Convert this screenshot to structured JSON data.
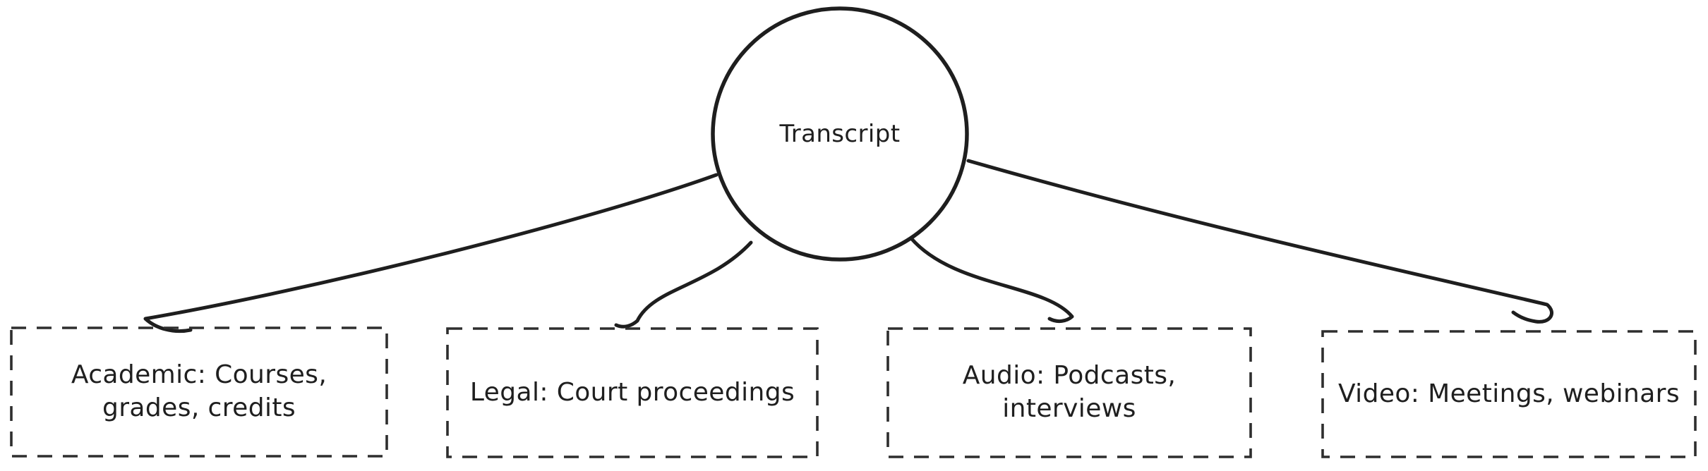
{
  "diagram": {
    "center": {
      "label": "Transcript",
      "shape": "circle"
    },
    "nodes": [
      {
        "id": "academic",
        "label": "Academic: Courses, grades, credits"
      },
      {
        "id": "legal",
        "label": "Legal: Court proceedings"
      },
      {
        "id": "audio",
        "label": "Audio: Podcasts, interviews"
      },
      {
        "id": "video",
        "label": "Video: Meetings, webinars"
      }
    ],
    "edges": [
      {
        "from": "transcript",
        "to": "academic"
      },
      {
        "from": "transcript",
        "to": "legal"
      },
      {
        "from": "transcript",
        "to": "audio"
      },
      {
        "from": "transcript",
        "to": "video"
      }
    ]
  },
  "colors": {
    "ink": "#1e1e1e",
    "box_dash": "#2e2e2e",
    "node_fill": "#f5f5f5",
    "background": "#ffffff"
  }
}
